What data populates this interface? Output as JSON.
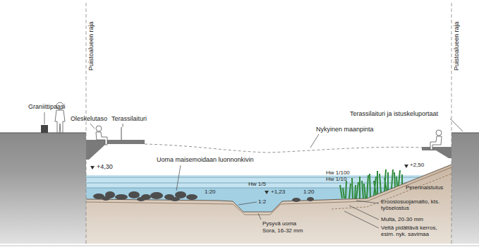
{
  "diagram": {
    "labels": [
      "Puistoalueen raja",
      "Puistoalueen raja",
      "Graniittipaasi",
      "Oleskelutaso",
      "Terassilaituri",
      "Terassilaituri ja istuskeluportaat",
      "Nykyinen maanpinta",
      "+4,30",
      "Uoma maisemoidaan luonnonkivin",
      "Hw 1/100",
      "Hw 1/10",
      "Hw 1/5",
      "1:20",
      "1:2",
      "+1,23",
      "1:20",
      "Perennaistutus",
      "+2,50",
      "Eroosiosuojamatto, kts. työselostus",
      "Multa, 20-30 mm",
      "Vettä pidättävä kerros, esim. nyk. savimaa",
      "Pysyvä uoma",
      "Sora, 16-32 mm"
    ]
  }
}
